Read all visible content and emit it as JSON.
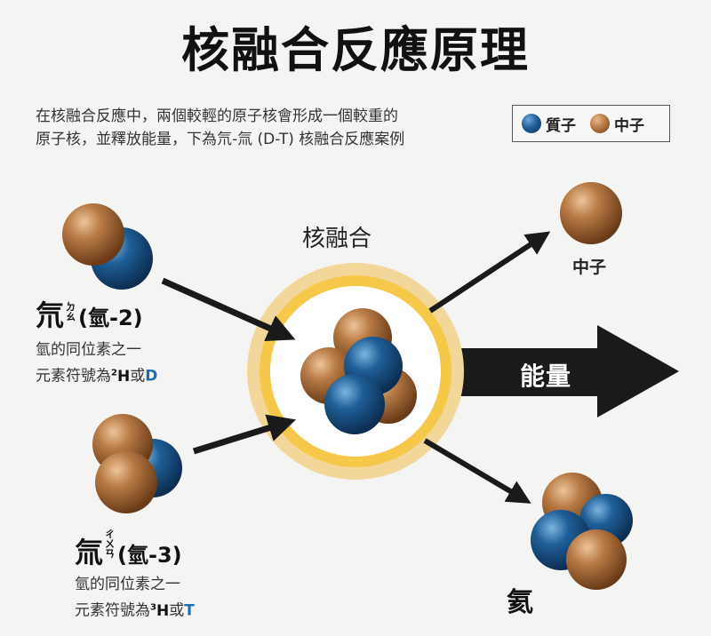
{
  "title": "核融合反應原理",
  "intro": {
    "line1": "在核融合反應中，兩個較輕的原子核會形成一個較重的",
    "line2": "原子核，並釋放能量，下為氘-氚 (D-T) 核融合反應案例"
  },
  "legend": {
    "proton": "質子",
    "neutron": "中子"
  },
  "colors": {
    "proton": "#1f5f98",
    "neutron": "#b77a45",
    "glow_outer": "#f3d79a",
    "glow_inner": "#f6c84a",
    "arrow": "#1a1a1a",
    "accent_blue": "#1f6fb0"
  },
  "center": {
    "label": "核融合"
  },
  "outputs": {
    "neutron_label": "中子",
    "energy_label": "能量",
    "helium_label": "氦"
  },
  "deuterium": {
    "name": "氘",
    "zhuyin_1": "ㄉ",
    "zhuyin_2": "ㄠ",
    "paren": "(氫-2)",
    "desc_line1": "氫的同位素之一",
    "desc_prefix": "元素符號為",
    "mass": "2",
    "symbol": "H",
    "or": "或",
    "alt_symbol": "D"
  },
  "tritium": {
    "name": "氚",
    "zhuyin_1": "ㄔ",
    "zhuyin_2": "ㄨ",
    "zhuyin_3": "ㄢ",
    "paren": "(氫-3)",
    "desc_line1": "氫的同位素之一",
    "desc_prefix": "元素符號為",
    "mass": "3",
    "symbol": "H",
    "or": "或",
    "alt_symbol": "T"
  }
}
